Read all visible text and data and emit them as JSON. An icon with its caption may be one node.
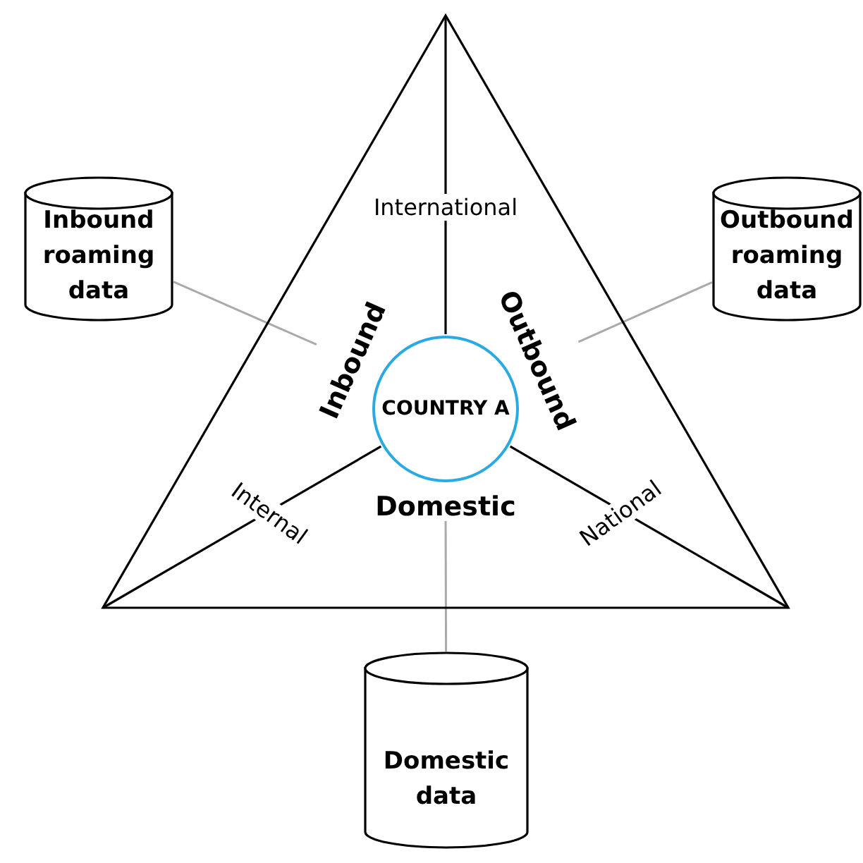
{
  "diagram": {
    "nodes": [
      {
        "text": [],
        "shape": "triangle"
      },
      {
        "text": [
          "Inbound roaming data"
        ]
      },
      {
        "text": [
          "Outbound roaming data"
        ]
      },
      {
        "text": [
          "Inbound"
        ],
        "in": 0
      },
      {
        "text": [
          "COUNTRY A"
        ],
        "in": 0
      },
      {
        "text": [
          "Outbound"
        ],
        "in": 0
      },
      {
        "text": [
          "Domestic"
        ],
        "in": 0
      },
      {
        "text": [
          "Domestic data"
        ]
      }
    ],
    "edges": [
      {
        "from": 1,
        "to": 3,
        "arrow": "none"
      },
      {
        "from": 2,
        "to": 5,
        "arrow": "none"
      },
      {
        "from": 7,
        "to": 6,
        "arrow": "none"
      }
    ],
    "labels": [
      "International",
      "Internal",
      "National"
    ]
  }
}
